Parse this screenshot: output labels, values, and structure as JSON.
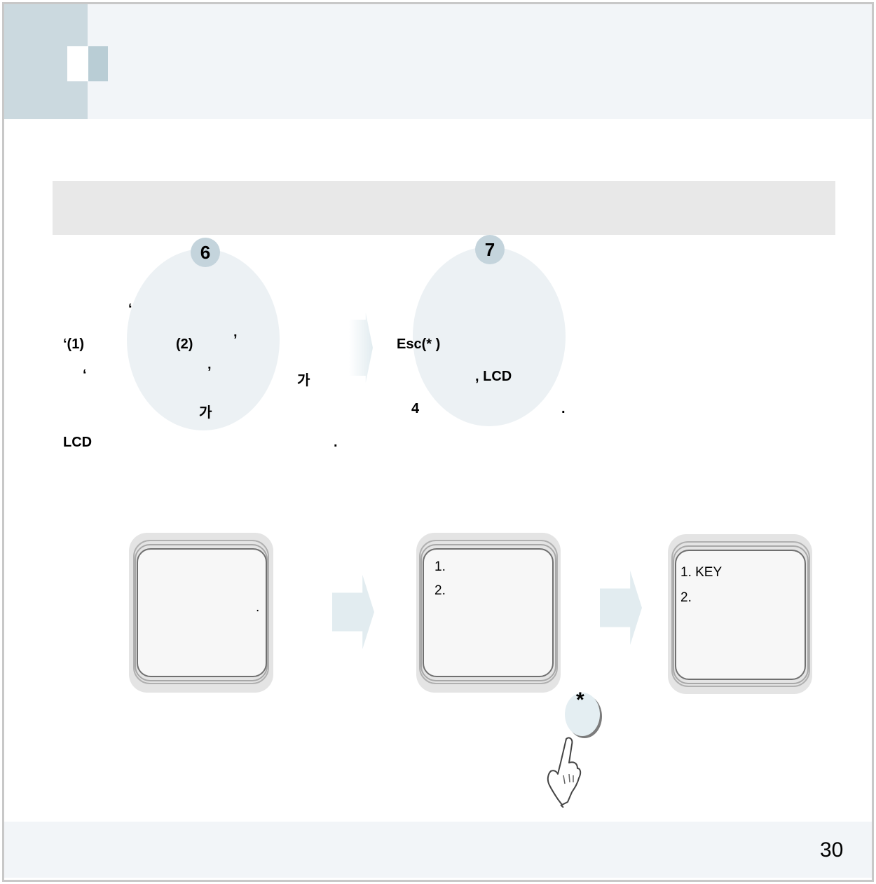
{
  "step6": {
    "badge": "6",
    "q1": "‘",
    "line1_a": "‘(1)",
    "line1_b": "(2)",
    "line1_c": "’",
    "line2_a": "‘",
    "line2_b": "’",
    "line2_c": "가",
    "line3_a": "가",
    "line4_a": "LCD",
    "line4_b": "."
  },
  "step7": {
    "badge": "7",
    "line1": "Esc(* )",
    "line2": ", LCD",
    "line3_a": "4",
    "line3_b": "."
  },
  "screens": {
    "first": {
      "dot": "."
    },
    "second": {
      "item1": "1.",
      "item2": "2."
    },
    "third": {
      "item1": "1. KEY",
      "item2": "2."
    }
  },
  "keypad": {
    "star_label": "*"
  },
  "footer": {
    "page_number": "30"
  },
  "icons": [
    "hand-pointer-icon",
    "arrow-right-icon"
  ]
}
